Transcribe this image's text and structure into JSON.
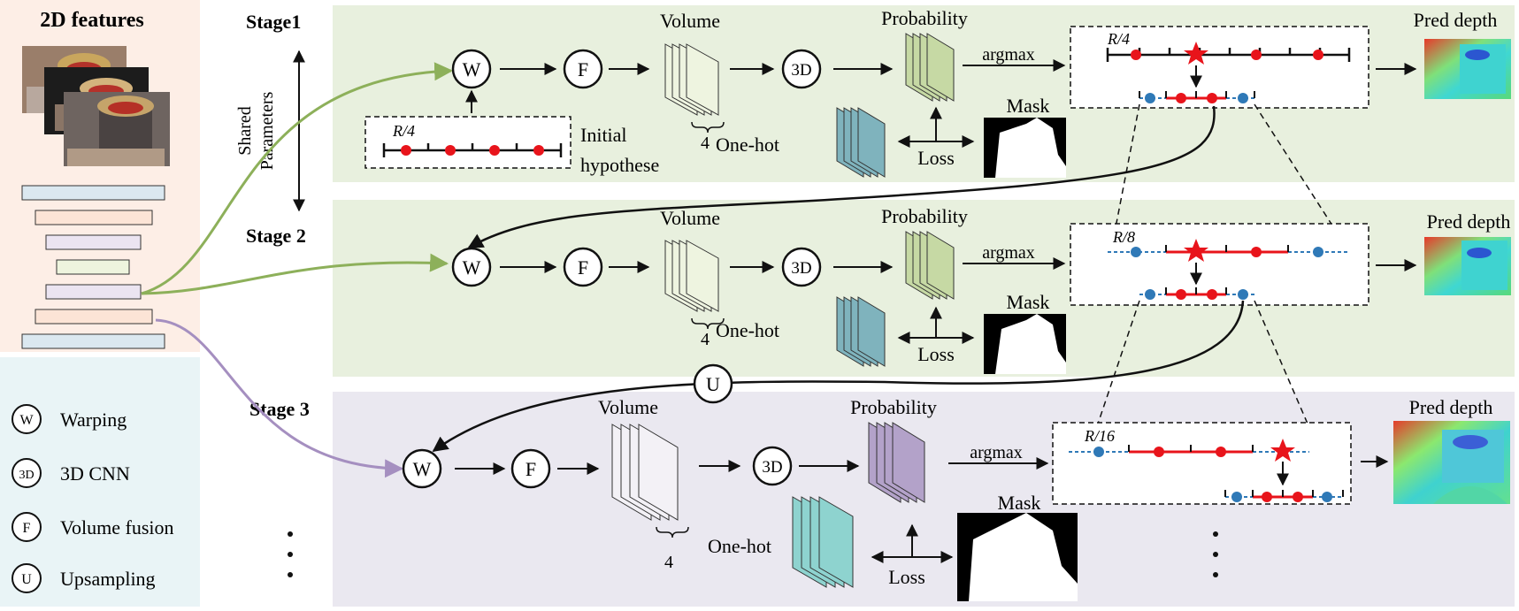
{
  "left_panel": {
    "title": "2D features",
    "legend": [
      {
        "symbol": "W",
        "label": "Warping"
      },
      {
        "symbol": "3D",
        "label": "3D CNN"
      },
      {
        "symbol": "F",
        "label": "Volume fusion"
      },
      {
        "symbol": "U",
        "label": "Upsampling"
      }
    ]
  },
  "shared_label": {
    "line1": "Shared",
    "line2": "Parameters"
  },
  "node_symbols": {
    "warp": "W",
    "fusion": "F",
    "cnn": "3D",
    "upsample": "U"
  },
  "labels": {
    "volume": "Volume",
    "probability": "Probability",
    "argmax": "argmax",
    "mask": "Mask",
    "one_hot": "One-hot",
    "loss": "Loss",
    "pred_depth": "Pred depth",
    "volume_count": "4",
    "initial_line1": "Initial",
    "initial_line2": "hypothese",
    "initial_range": "R/4"
  },
  "stages": [
    {
      "name": "Stage1",
      "range": "R/4"
    },
    {
      "name": "Stage 2",
      "range": "R/8"
    },
    {
      "name": "Stage 3",
      "range": "R/16"
    }
  ],
  "colors": {
    "stage12_bg": "#e8f0de",
    "stage3_bg": "#eae8f0",
    "features_bg": "#fdeee6",
    "legend_bg": "#e9f4f6",
    "green_arrow": "#8db05a",
    "purple_arrow": "#a58fc0",
    "hypothesis_red": "#e8141b",
    "hypothesis_blue": "#2f79b7",
    "prob_green": "#c6d9a4",
    "prob_purple": "#b3a2c9",
    "onehot_teal": "#7fb3bd",
    "onehot_teal3": "#8ed3cf"
  }
}
